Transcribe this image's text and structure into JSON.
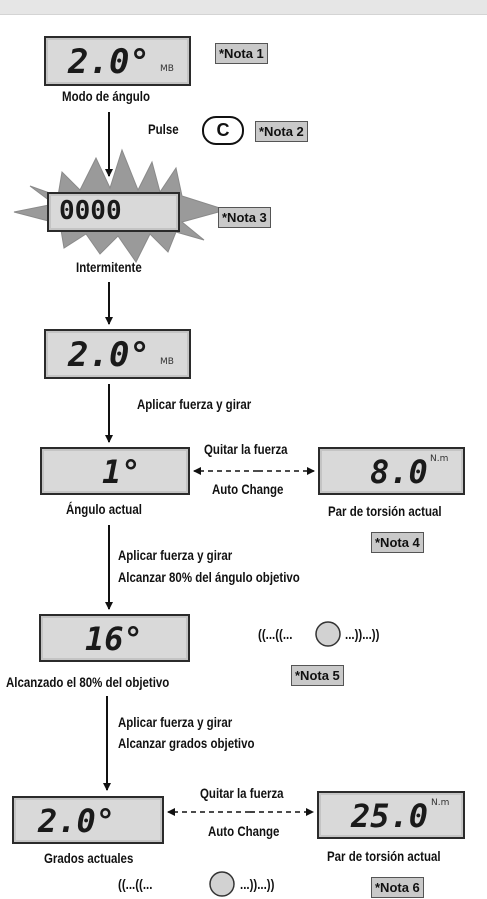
{
  "screens": {
    "s1": {
      "value": "2.0°",
      "unit": "MB"
    },
    "s2": {
      "value": "0000"
    },
    "s3": {
      "value": "2.0°",
      "unit": "MB"
    },
    "s4": {
      "value": "1°"
    },
    "s5": {
      "value": "8.0",
      "unit": "N.m"
    },
    "s6": {
      "value": "16°"
    },
    "s7": {
      "value": "2.0°"
    },
    "s8": {
      "value": "25.0",
      "unit": "N.m"
    }
  },
  "labels": {
    "angle_mode": "Modo de ángulo",
    "press": "Pulse",
    "c_button": "C",
    "flashing": "Intermitente",
    "apply_force": "Aplicar fuerza y girar",
    "remove_force": "Quitar la fuerza",
    "auto_change": "Auto Change",
    "current_angle": "Ángulo actual",
    "current_torque": "Par de torsión actual",
    "apply_force_2": "Aplicar fuerza y girar",
    "reach_80": "Alcanzar 80% del ángulo objetivo",
    "reached_80": "Alcanzado el 80% del objetivo",
    "apply_force_3": "Aplicar fuerza y girar",
    "reach_target": "Alcanzar grados objetivo",
    "remove_force_2": "Quitar la fuerza",
    "auto_change_2": "Auto Change",
    "current_degrees": "Grados actuales",
    "current_torque_2": "Par de torsión actual",
    "vibration_1": "((...((...",
    "vibration_1_end": "...))...))",
    "vibration_2": "((...((...",
    "vibration_2_end": "...))...))"
  },
  "notes": {
    "n1": "*Nota 1",
    "n2": "*Nota 2",
    "n3": "*Nota 3",
    "n4": "*Nota 4",
    "n5": "*Nota 5",
    "n6": "*Nota 6"
  }
}
